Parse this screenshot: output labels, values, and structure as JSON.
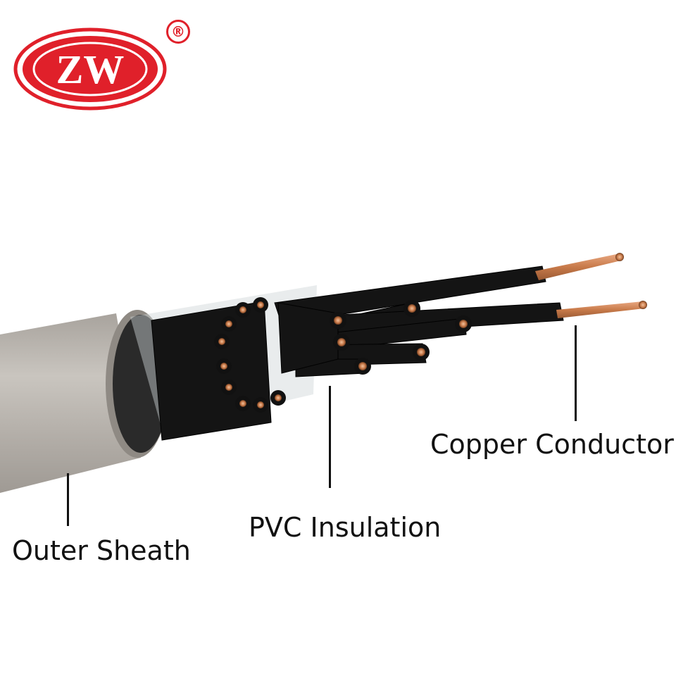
{
  "logo": {
    "text": "ZW",
    "registered_mark": "®",
    "color": "#e0202a"
  },
  "callouts": {
    "outer_sheath": "Outer Sheath",
    "pvc_insulation": "PVC Insulation",
    "copper_conductor": "Copper Conductor"
  },
  "colors": {
    "sheath": "#b6b1ab",
    "insulation": "#141414",
    "copper": "#c87a4a"
  }
}
